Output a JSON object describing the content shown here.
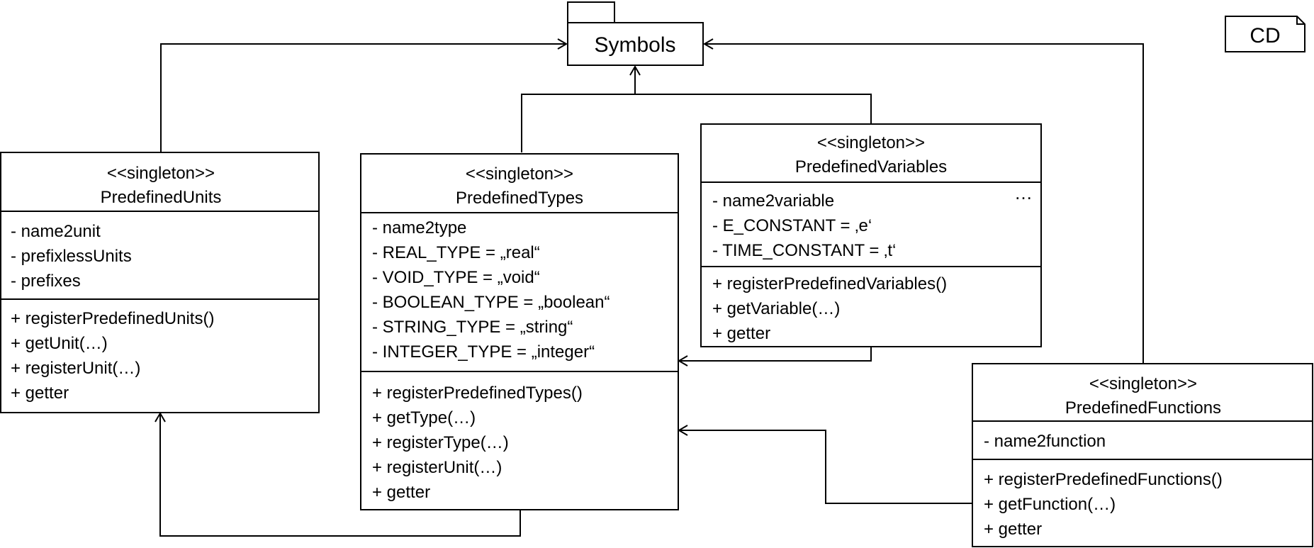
{
  "diagram_label": "CD",
  "package": {
    "name": "Symbols"
  },
  "classes": {
    "units": {
      "stereotype": "<<singleton>>",
      "name": "PredefinedUnits",
      "attributes": [
        "- name2unit",
        "- prefixlessUnits",
        "- prefixes"
      ],
      "methods": [
        "+ registerPredefinedUnits()",
        "+ getUnit(…)",
        "+ registerUnit(…)",
        "+ getter"
      ]
    },
    "types": {
      "stereotype": "<<singleton>>",
      "name": "PredefinedTypes",
      "attributes": [
        "- name2type",
        "- REAL_TYPE = „real“",
        "- VOID_TYPE = „void“",
        "- BOOLEAN_TYPE = „boolean“",
        "- STRING_TYPE = „string“",
        "- INTEGER_TYPE = „integer“"
      ],
      "methods": [
        "+ registerPredefinedTypes()",
        "+ getType(…)",
        "+ registerType(…)",
        "+ registerUnit(…)",
        "+ getter"
      ]
    },
    "variables": {
      "stereotype": "<<singleton>>",
      "name": "PredefinedVariables",
      "ellipsis": "…",
      "attributes": [
        "- name2variable",
        "- E_CONSTANT = ‚e‘",
        "- TIME_CONSTANT = ‚t‘"
      ],
      "methods": [
        "+ registerPredefinedVariables()",
        "+ getVariable(…)",
        "+ getter"
      ]
    },
    "functions": {
      "stereotype": "<<singleton>>",
      "name": "PredefinedFunctions",
      "attributes": [
        "- name2function"
      ],
      "methods": [
        "+ registerPredefinedFunctions()",
        "+ getFunction(…)",
        "+ getter"
      ]
    }
  }
}
